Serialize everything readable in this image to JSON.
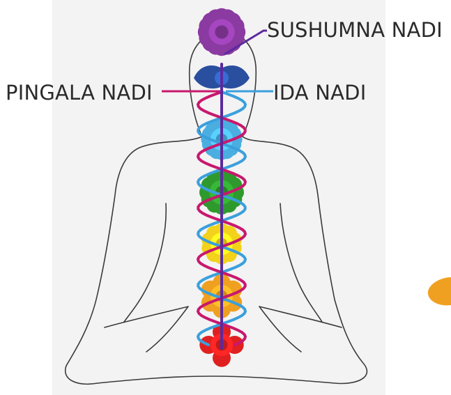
{
  "labels": {
    "sushumna": "SUSHUMNA NADI",
    "pingala": "PINGALA NADI",
    "ida": "IDA NADI"
  },
  "colors": {
    "panel": "#f3f3f3",
    "outline": "#3a3a3a",
    "sushumna": "#5b2a9e",
    "pingala": "#c8186e",
    "ida": "#3aa0dc",
    "crown": "#8a3aa0",
    "third_eye": "#2a4f9e",
    "throat": "#4aaee0",
    "heart": "#2e9a2e",
    "solar_plexus": "#f2d21a",
    "sacral": "#f0a020",
    "root": "#e02020",
    "stray": "#f0a020"
  },
  "chakras": [
    {
      "name": "crown",
      "color_key": "crown",
      "petals": 16
    },
    {
      "name": "third-eye",
      "color_key": "third_eye",
      "petals": 2
    },
    {
      "name": "throat",
      "color_key": "throat",
      "petals": 16
    },
    {
      "name": "heart",
      "color_key": "heart",
      "petals": 12
    },
    {
      "name": "solar-plexus",
      "color_key": "solar_plexus",
      "petals": 10
    },
    {
      "name": "sacral",
      "color_key": "sacral",
      "petals": 6
    },
    {
      "name": "root",
      "color_key": "root",
      "petals": 4
    }
  ]
}
